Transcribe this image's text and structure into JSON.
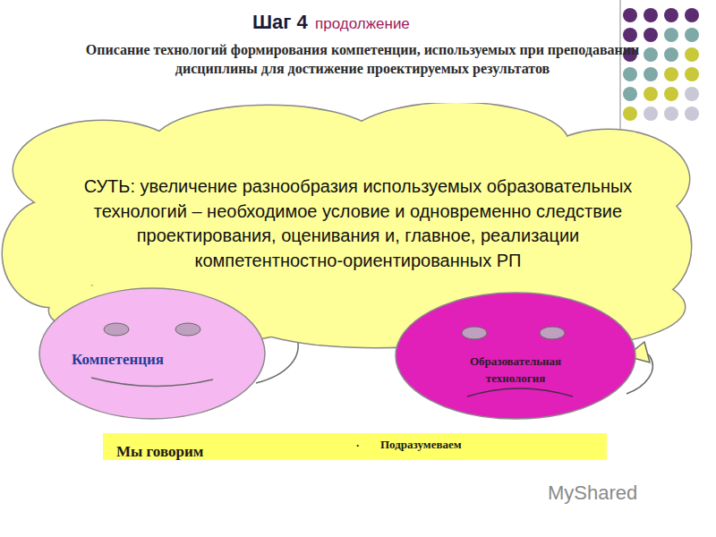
{
  "diagram": {
    "title": "Шаг 4",
    "nodes": [
      {
        "text": [
          "СУТЬ: увеличение разнообразия используемых образовательных технологий – необходимое условие и одновременно следствие проектирования, оценивания и, главное, реализации компетентностно-ориентированных РП"
        ]
      },
      {
        "text": [
          "Компетенция"
        ]
      },
      {
        "text": [
          "Образовательная технология"
        ]
      },
      {
        "text": [
          "Мы говорим",
          ".",
          "Подразумеваем"
        ]
      }
    ],
    "labels": [
      "продолжение",
      "Описание технологий формирования компетенции, используемых при преподавании дисциплины для достижение проектируемых результатов",
      "MyShared"
    ]
  }
}
